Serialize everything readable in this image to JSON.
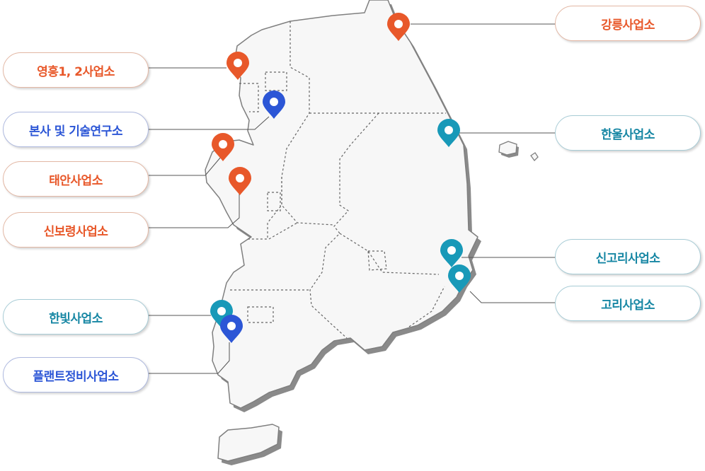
{
  "colors": {
    "orange": "#e8582a",
    "blue": "#2c56d6",
    "teal": "#1899b8",
    "map_fill": "#f7f7f7",
    "map_outline": "#7f7f7f",
    "map_shadow": "#8a8a8a",
    "leader_line": "#555555"
  },
  "icons": {
    "marker": "map-pin-icon"
  },
  "sites": [
    {
      "key": "gangneung",
      "label": "강릉사업소",
      "color": "orange"
    },
    {
      "key": "yeongheung",
      "label": "영흥1, 2사업소",
      "color": "orange"
    },
    {
      "key": "hq",
      "label": "본사 및 기술연구소",
      "color": "blue"
    },
    {
      "key": "taean",
      "label": "태안사업소",
      "color": "orange"
    },
    {
      "key": "boryeong",
      "label": "신보령사업소",
      "color": "orange"
    },
    {
      "key": "hanul",
      "label": "한울사업소",
      "color": "teal"
    },
    {
      "key": "shingori",
      "label": "신고리사업소",
      "color": "teal"
    },
    {
      "key": "gori",
      "label": "고리사업소",
      "color": "teal"
    },
    {
      "key": "hanbit",
      "label": "한빛사업소",
      "color": "teal"
    },
    {
      "key": "plant",
      "label": "플랜트정비사업소",
      "color": "blue"
    }
  ]
}
